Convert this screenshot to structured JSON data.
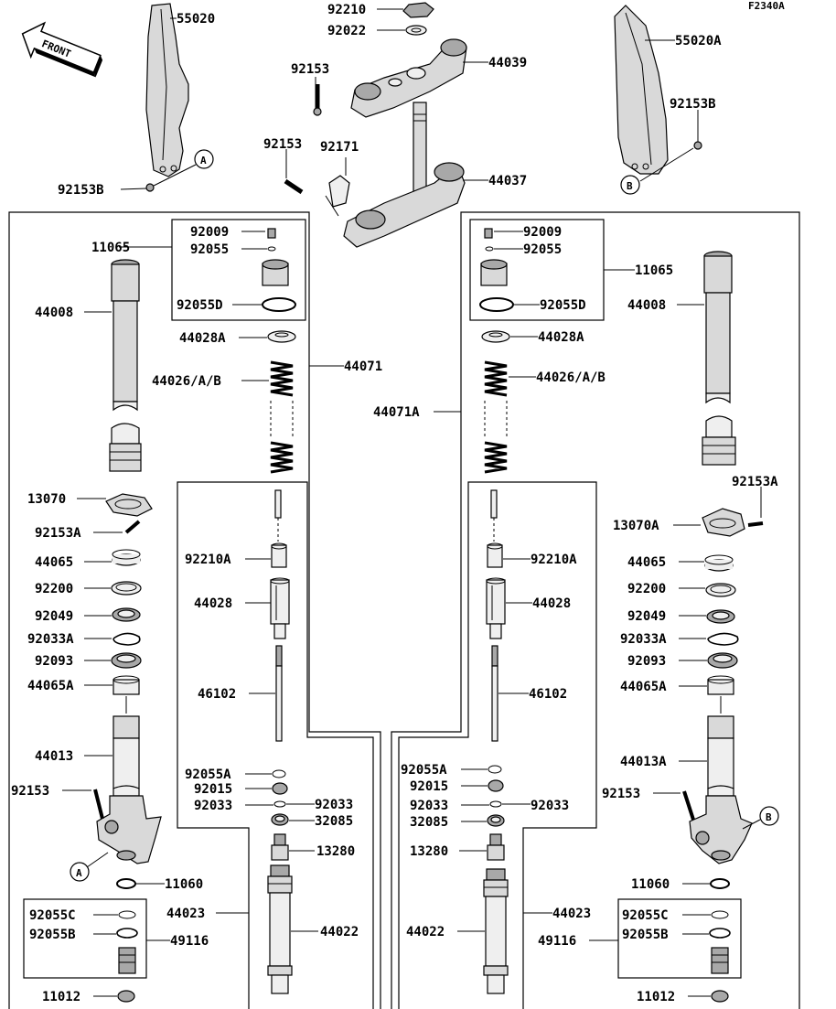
{
  "diagram": {
    "code": "F2340A",
    "front_label": "FRONT",
    "callout_a": "A",
    "callout_b": "B",
    "labels": {
      "p55020": "55020",
      "p55020A": "55020A",
      "p92153B_l": "92153B",
      "p92153B_r": "92153B",
      "p92210": "92210",
      "p92022": "92022",
      "p44039": "44039",
      "p92153_top": "92153",
      "p92153_mid": "92153",
      "p92171": "92171",
      "p44037": "44037",
      "l92009": "92009",
      "l92055": "92055",
      "l11065": "11065",
      "l92055D": "92055D",
      "l44008": "44008",
      "l44028A": "44028A",
      "l44026": "44026/A/B",
      "l44071": "44071",
      "l13070": "13070",
      "l92153A": "92153A",
      "l44065": "44065",
      "l92200": "92200",
      "l92049": "92049",
      "l92033A": "92033A",
      "l92093": "92093",
      "l44065A": "44065A",
      "l44013": "44013",
      "l92153": "92153",
      "l11060": "11060",
      "l92055C": "92055C",
      "l92055B": "92055B",
      "l49116": "49116",
      "l11012": "11012",
      "l92210A": "92210A",
      "l44028": "44028",
      "l46102": "46102",
      "l92055A": "92055A",
      "l92015": "92015",
      "l92033_a": "92033",
      "l92033_b": "92033",
      "l32085": "32085",
      "l13280": "13280",
      "l44023": "44023",
      "l44022": "44022",
      "r92009": "92009",
      "r92055": "92055",
      "r11065": "11065",
      "r92055D": "92055D",
      "r44008": "44008",
      "r44028A": "44028A",
      "r44026": "44026/A/B",
      "r44071A": "44071A",
      "r92153A": "92153A",
      "r13070A": "13070A",
      "r44065": "44065",
      "r92200": "92200",
      "r92049": "92049",
      "r92033A": "92033A",
      "r92093": "92093",
      "r44065A": "44065A",
      "r44013A": "44013A",
      "r92153": "92153",
      "r11060": "11060",
      "r92055C": "92055C",
      "r92055B": "92055B",
      "r49116": "49116",
      "r11012": "11012",
      "r92210A": "92210A",
      "r44028": "44028",
      "r46102": "46102",
      "r92055A": "92055A",
      "r92015": "92015",
      "r92033_a": "92033",
      "r92033_b": "92033",
      "r32085": "32085",
      "r13280": "13280",
      "r44023": "44023",
      "r44022": "44022"
    }
  }
}
